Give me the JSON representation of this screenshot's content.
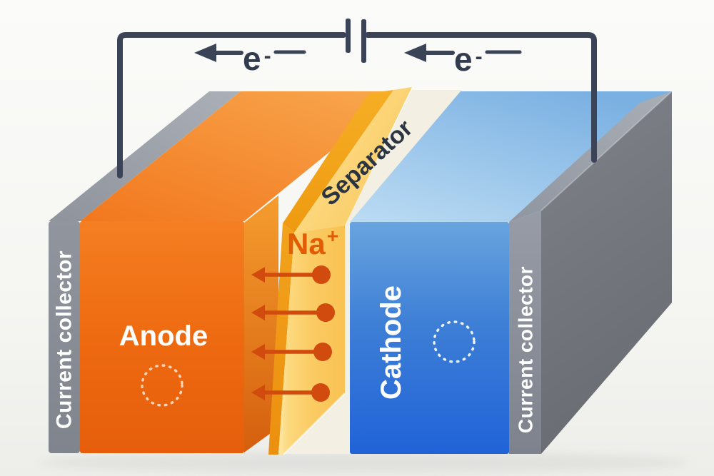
{
  "circuit": {
    "battery_icon": "battery-cell-symbol",
    "electron_left": {
      "symbol": "e",
      "superscript": "-"
    },
    "electron_right": {
      "symbol": "e",
      "superscript": "-"
    }
  },
  "layers": {
    "left_collector": {
      "label": "Current collector"
    },
    "anode": {
      "label": "Anode"
    },
    "separator": {
      "label": "Separator"
    },
    "cathode": {
      "label": "Cathode"
    },
    "right_collector": {
      "label": "Current collector"
    },
    "sodium_ion": {
      "symbol": "Na",
      "superscript": "+",
      "arrow_count": 4
    }
  },
  "colors": {
    "wire": "#3a4456",
    "electron_text": "#323c4e",
    "separator_text": "#2b3441",
    "sodium_text": "#e25c06",
    "ion_arrow": "#d14b0e",
    "label_text": "#ffffff",
    "anode_front": "#ee6910",
    "cathode_front": "#2465d8",
    "collector_gray": "#8b9099",
    "separator_yellow": "#fbd170",
    "gap_cream": "#f4efe3",
    "background": "#f6f6f4"
  }
}
